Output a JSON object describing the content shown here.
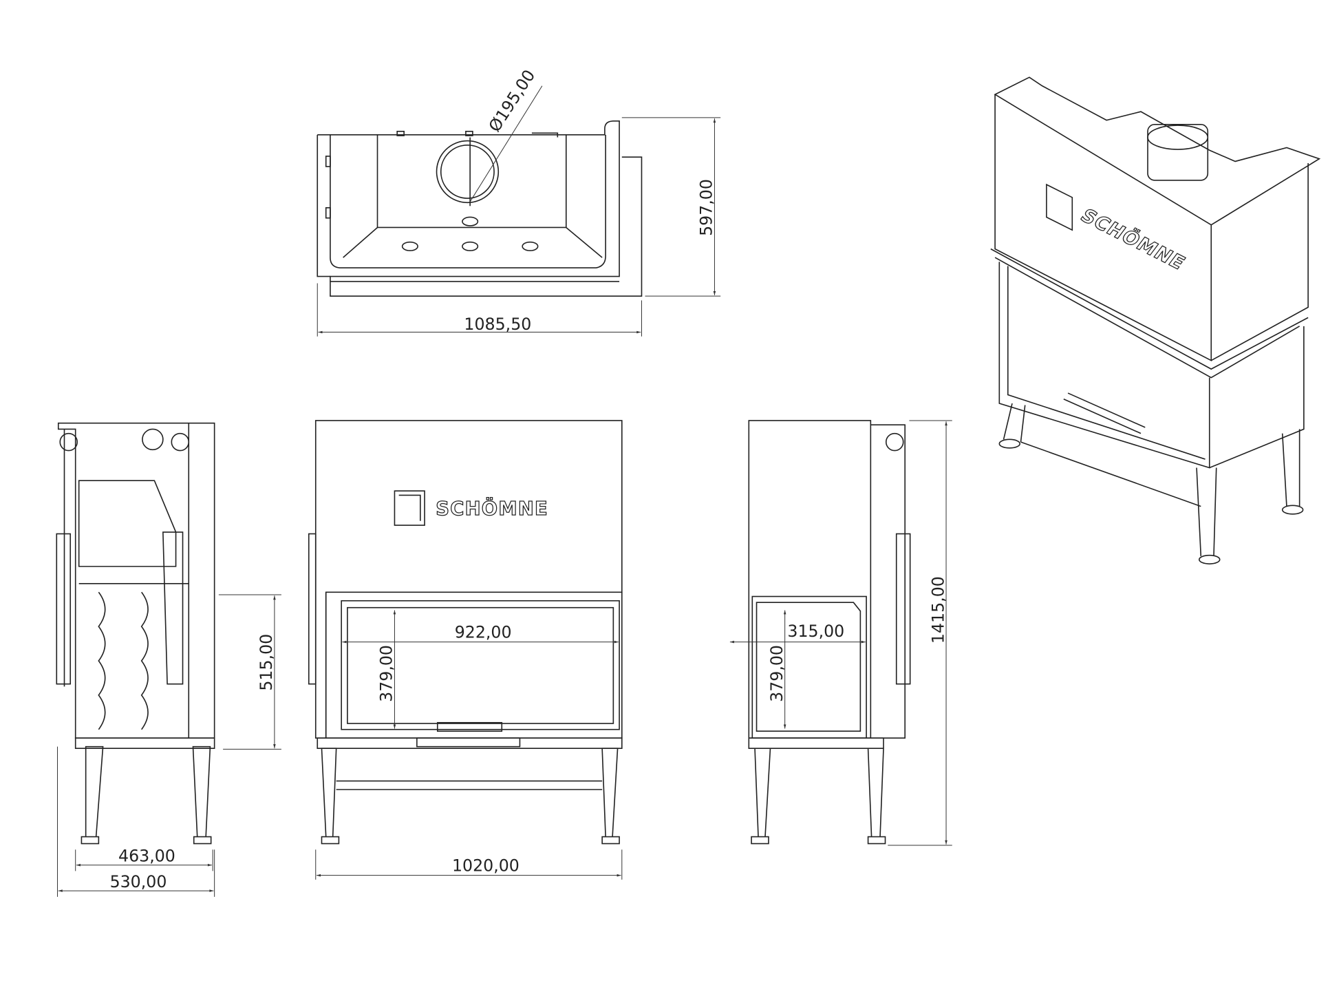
{
  "brand": "SCHÖMNE",
  "top_view": {
    "flue_diameter": "Ø195,00",
    "depth": "597,00",
    "width": "1085,50"
  },
  "side_view_left": {
    "firebox_height": "515,00",
    "inner_depth": "463,00",
    "outer_depth": "530,00"
  },
  "front_view": {
    "glass_width": "922,00",
    "glass_height": "379,00",
    "overall_width": "1020,00"
  },
  "side_view_right": {
    "glass_width": "315,00",
    "glass_height": "379,00",
    "overall_height": "1415,00"
  }
}
